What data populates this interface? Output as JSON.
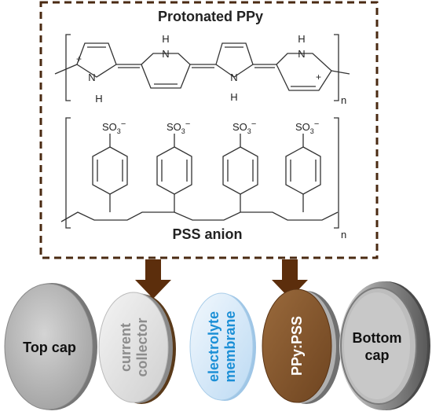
{
  "ppy": {
    "title": "Protonated PPy",
    "plus": "+",
    "n_h": "N",
    "h": "H",
    "n_sub": "n"
  },
  "pss": {
    "title": "PSS anion",
    "so3": "SO",
    "so3_sub": "3",
    "so3_charge": "−",
    "n_sub": "n"
  },
  "components": {
    "top_cap": "Top cap",
    "collector_line1": "current",
    "collector_line2": "collector",
    "membrane_line1": "electrolyte",
    "membrane_line2": "membrane",
    "ppy_pss": "PPy:PSS",
    "bottom_cap_line1": "Bottom",
    "bottom_cap_line2": "cap"
  },
  "colors": {
    "box_border": "#4a2a12",
    "arrow": "#5c2e0c",
    "cap_gray": "#b8b8b8",
    "collector_face": "#e4e4e4",
    "membrane_face": "#d7eaf9",
    "membrane_text": "#1b8fd6",
    "ppy_face": "#8a5a2e",
    "ppy_text": "#ffffff",
    "collector_text": "#8c8c8c"
  }
}
